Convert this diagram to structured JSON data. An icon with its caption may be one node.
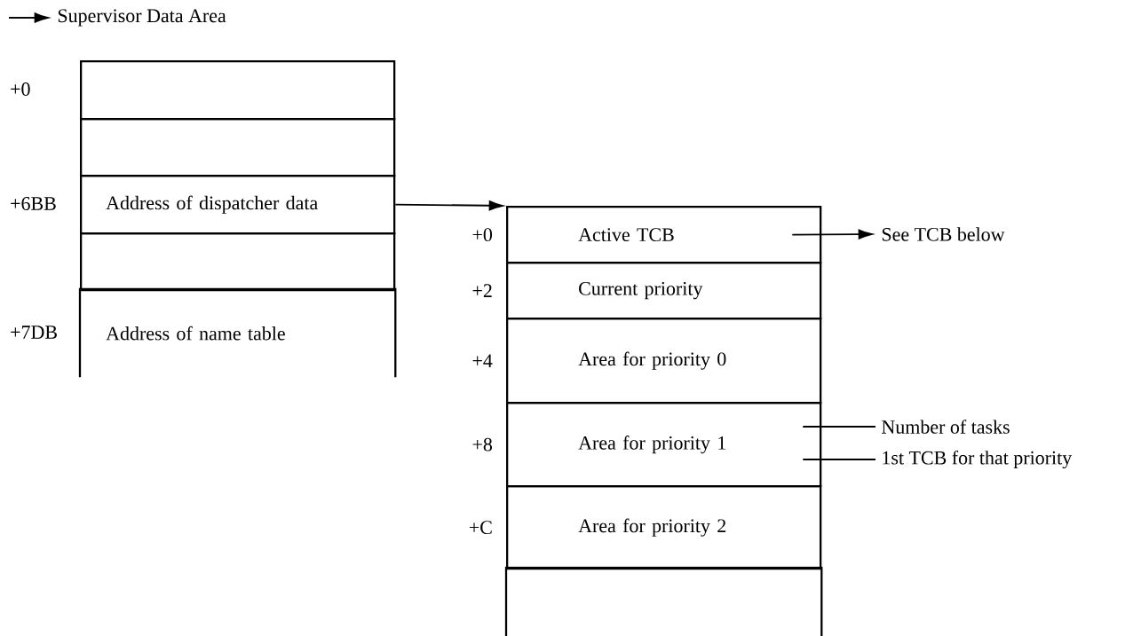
{
  "diagram": {
    "nodes": [
      {
        "text": [
          "Supervisor Data Area"
        ]
      },
      {
        "text": [],
        "shape": "box",
        "beside": [
          "+0"
        ]
      },
      {
        "text": [],
        "shape": "box"
      },
      {
        "text": [
          "Address of dispatcher data"
        ],
        "beside": [
          "+6BB"
        ]
      },
      {
        "text": [],
        "shape": "box"
      },
      {
        "text": [
          "Address of name table"
        ],
        "beside": [
          "+7DB"
        ]
      },
      {
        "text": [
          "Active TCB"
        ],
        "beside": [
          "+0"
        ]
      },
      {
        "text": [
          "Current priority"
        ],
        "beside": [
          "+2"
        ]
      },
      {
        "text": [
          "Area for priority 0"
        ],
        "beside": [
          "+4"
        ]
      },
      {
        "text": [
          "Area for priority 1"
        ],
        "beside": [
          "+8"
        ]
      },
      {
        "text": [
          "Area for priority 2"
        ],
        "beside": [
          "+C"
        ]
      },
      {
        "text": [],
        "shape": "box"
      },
      {
        "text": [
          "See TCB below"
        ]
      },
      {
        "text": [
          "Number of tasks"
        ]
      },
      {
        "text": [
          "1st TCB for that priority"
        ]
      }
    ],
    "edges": [
      {
        "from": null,
        "to": 0,
        "arrow": "to"
      },
      {
        "from": 3,
        "to": 6,
        "arrow": "to"
      },
      {
        "from": 6,
        "to": 12,
        "arrow": "to"
      },
      {
        "from": 13,
        "to": 9,
        "arrow": "none"
      },
      {
        "from": 14,
        "to": 9,
        "arrow": "none"
      }
    ]
  }
}
